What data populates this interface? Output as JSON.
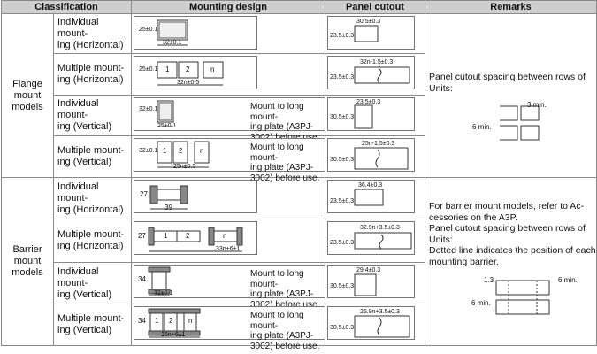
{
  "headers": {
    "classification": "Classification",
    "mounting_design": "Mounting design",
    "panel_cutout": "Panel cutout",
    "remarks": "Remarks"
  },
  "flange": {
    "group_label_1": "Flange",
    "group_label_2": "mount",
    "group_label_3": "models",
    "rows": [
      {
        "type_1": "Individual mount-",
        "type_2": "ing (Horizontal)",
        "note_1": "",
        "note_2": "",
        "note_3": "",
        "note_4": "",
        "d_a": "25±0.1",
        "d_b": "32±0.1",
        "c_a": "30.5±0.3",
        "c_b": "23.5±0.3"
      },
      {
        "type_1": "Multiple mount-",
        "type_2": "ing (Horizontal)",
        "note_1": "",
        "note_2": "",
        "note_3": "",
        "note_4": "",
        "d_a": "25±0.1",
        "d_b": "32n±0.5",
        "c_a": "32n-1.5±0.3",
        "c_b": "23.5±0.3"
      },
      {
        "type_1": "Individual mount-",
        "type_2": "ing (Vertical)",
        "note_1": "Mount to long mount-",
        "note_2": "ing plate (A3PJ-",
        "note_3": "3002) before use.",
        "note_4": "",
        "d_a": "32±0.1",
        "d_b": "25±0.1",
        "c_a": "23.5±0.3",
        "c_b": "30.5±0.3"
      },
      {
        "type_1": "Multiple mount-",
        "type_2": "ing (Vertical)",
        "note_1": "Mount to long mount-",
        "note_2": "ing plate (A3PJ-",
        "note_3": "3002) before use.",
        "note_4": "",
        "d_a": "32±0.1",
        "d_b": "25n±0.5",
        "c_a": "25n-1.5±0.3",
        "c_b": "30.5±0.3"
      }
    ],
    "remark_1": "Panel cutout spacing between rows of",
    "remark_2": "Units:",
    "rem_3min": "3 min.",
    "rem_6min": "6 min."
  },
  "barrier": {
    "group_label_1": "Barrier",
    "group_label_2": "mount",
    "group_label_3": "models",
    "rows": [
      {
        "type_1": "Individual mount-",
        "type_2": "ing (Horizontal)",
        "note_1": "",
        "note_2": "",
        "note_3": "",
        "d_a": "27",
        "d_b": "39",
        "c_a": "36.4±0.3",
        "c_b": "23.5±0.3"
      },
      {
        "type_1": "Multiple mount-",
        "type_2": "ing (Horizontal)",
        "note_1": "",
        "note_2": "",
        "note_3": "",
        "d_a": "27",
        "d_b": "33n+6±1",
        "c_a": "32.9n+3.5±0.3",
        "c_b": "23.5±0.3"
      },
      {
        "type_1": "Individual mount-",
        "type_2": "ing (Vertical)",
        "note_1": "Mount to long mount-",
        "note_2": "ing plate (A3PJ-",
        "note_3": "3002) before use.",
        "d_a": "34",
        "d_b": "32±0.1",
        "c_a": "29.4±0.3",
        "c_b": "30.5±0.3"
      },
      {
        "type_1": "Multiple mount-",
        "type_2": "ing (Vertical)",
        "note_1": "Mount to long mount-",
        "note_2": "ing plate (A3PJ-",
        "note_3": "3002) before use.",
        "d_a": "34",
        "d_b": "26n+6±1",
        "c_a": "25.9n+3.5±0.3",
        "c_b": "30.5±0.3"
      }
    ],
    "remark_1": "For barrier mount models, refer to Ac-",
    "remark_2": "cessories on the A3P.",
    "remark_3": "Panel cutout spacing between rows of",
    "remark_4": "Units:",
    "remark_5": "Dotted line indicates the position of each",
    "remark_6": "mounting barrier.",
    "rem_13": "1.3",
    "rem_6min_a": "6 min.",
    "rem_6min_b": "6 min."
  },
  "unit_labels": {
    "one": "1",
    "two": "2",
    "n": "n"
  }
}
